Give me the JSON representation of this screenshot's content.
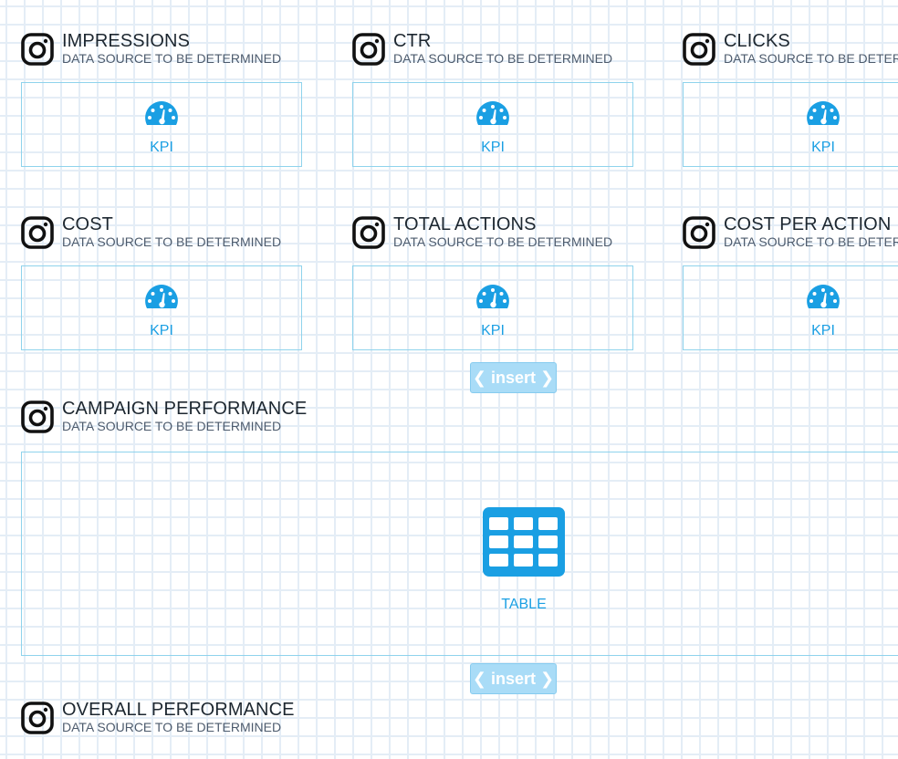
{
  "colors": {
    "accent": "#1a9fe3",
    "border": "#8fd3ec",
    "insert_bg": "#a9dcf7",
    "grid": "#e4edf6"
  },
  "icons": {
    "source": "instagram-icon",
    "kpi": "speedometer-icon",
    "table": "table-grid-icon",
    "insert_left": "chevron-left-icon",
    "insert_right": "chevron-right-icon"
  },
  "kpis": [
    {
      "title": "IMPRESSIONS",
      "subtitle": "DATA SOURCE TO BE DETERMINED",
      "label": "KPI"
    },
    {
      "title": "CTR",
      "subtitle": "DATA SOURCE TO BE DETERMINED",
      "label": "KPI"
    },
    {
      "title": "CLICKS",
      "subtitle": "DATA SOURCE TO BE DETERMINED",
      "label": "KPI"
    },
    {
      "title": "COST",
      "subtitle": "DATA SOURCE TO BE DETERMINED",
      "label": "KPI"
    },
    {
      "title": "TOTAL ACTIONS",
      "subtitle": "DATA SOURCE TO BE DETERMINED",
      "label": "KPI"
    },
    {
      "title": "COST PER ACTION",
      "subtitle": "DATA SOURCE TO BE DETERMINED",
      "label": "KPI"
    }
  ],
  "insert_buttons": [
    {
      "label": "insert"
    },
    {
      "label": "insert"
    }
  ],
  "table_widget": {
    "title": "CAMPAIGN PERFORMANCE",
    "subtitle": "DATA SOURCE TO BE DETERMINED",
    "label": "TABLE"
  },
  "overall_widget": {
    "title": "OVERALL PERFORMANCE",
    "subtitle": "DATA SOURCE TO BE DETERMINED"
  }
}
